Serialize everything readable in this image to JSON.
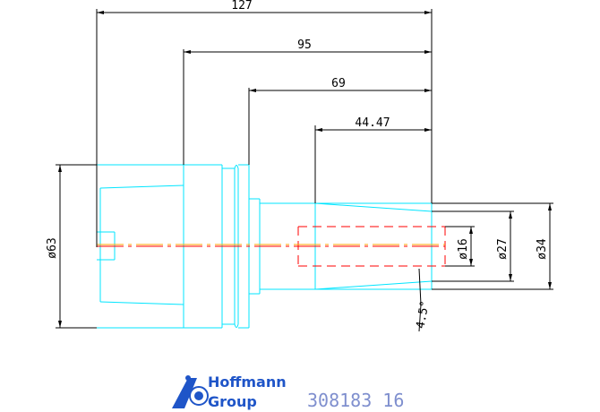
{
  "dimensions": {
    "overall_length": "127",
    "length_95": "95",
    "length_69": "69",
    "length_44_47": "44.47",
    "dia_63": "ø63",
    "dia_16": "ø16",
    "dia_27": "ø27",
    "dia_34": "ø34",
    "taper_angle": "4.5°"
  },
  "logo": {
    "line1": "Hoffmann",
    "line2": "Group",
    "icon": "hoffmann-logo-icon"
  },
  "part_number": "308183 16",
  "colors": {
    "outline": "#00e5ff",
    "dimension": "#000000",
    "hidden": "#ff0000",
    "centerline": "#ffa500",
    "logo": "#1f55c8",
    "part_number": "#7f8fce"
  }
}
